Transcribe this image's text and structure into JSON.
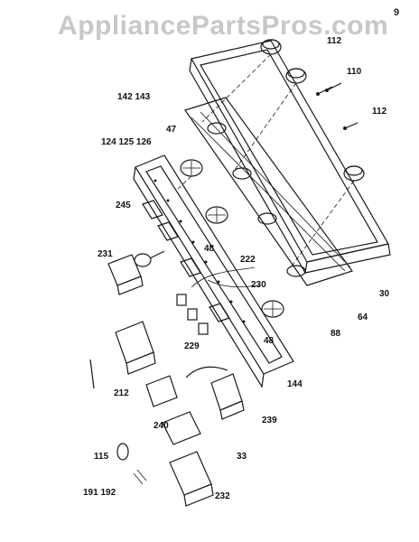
{
  "watermark": "AppliancePartsPros.com",
  "page_number": "9",
  "callouts": [
    "112",
    "110",
    "112",
    "142 143",
    "47",
    "124 125 126",
    "245",
    "231",
    "48",
    "222",
    "230",
    "48",
    "229",
    "212",
    "88",
    "64",
    "30",
    "144",
    "240",
    "239",
    "33",
    "115",
    "232",
    "191 192"
  ]
}
